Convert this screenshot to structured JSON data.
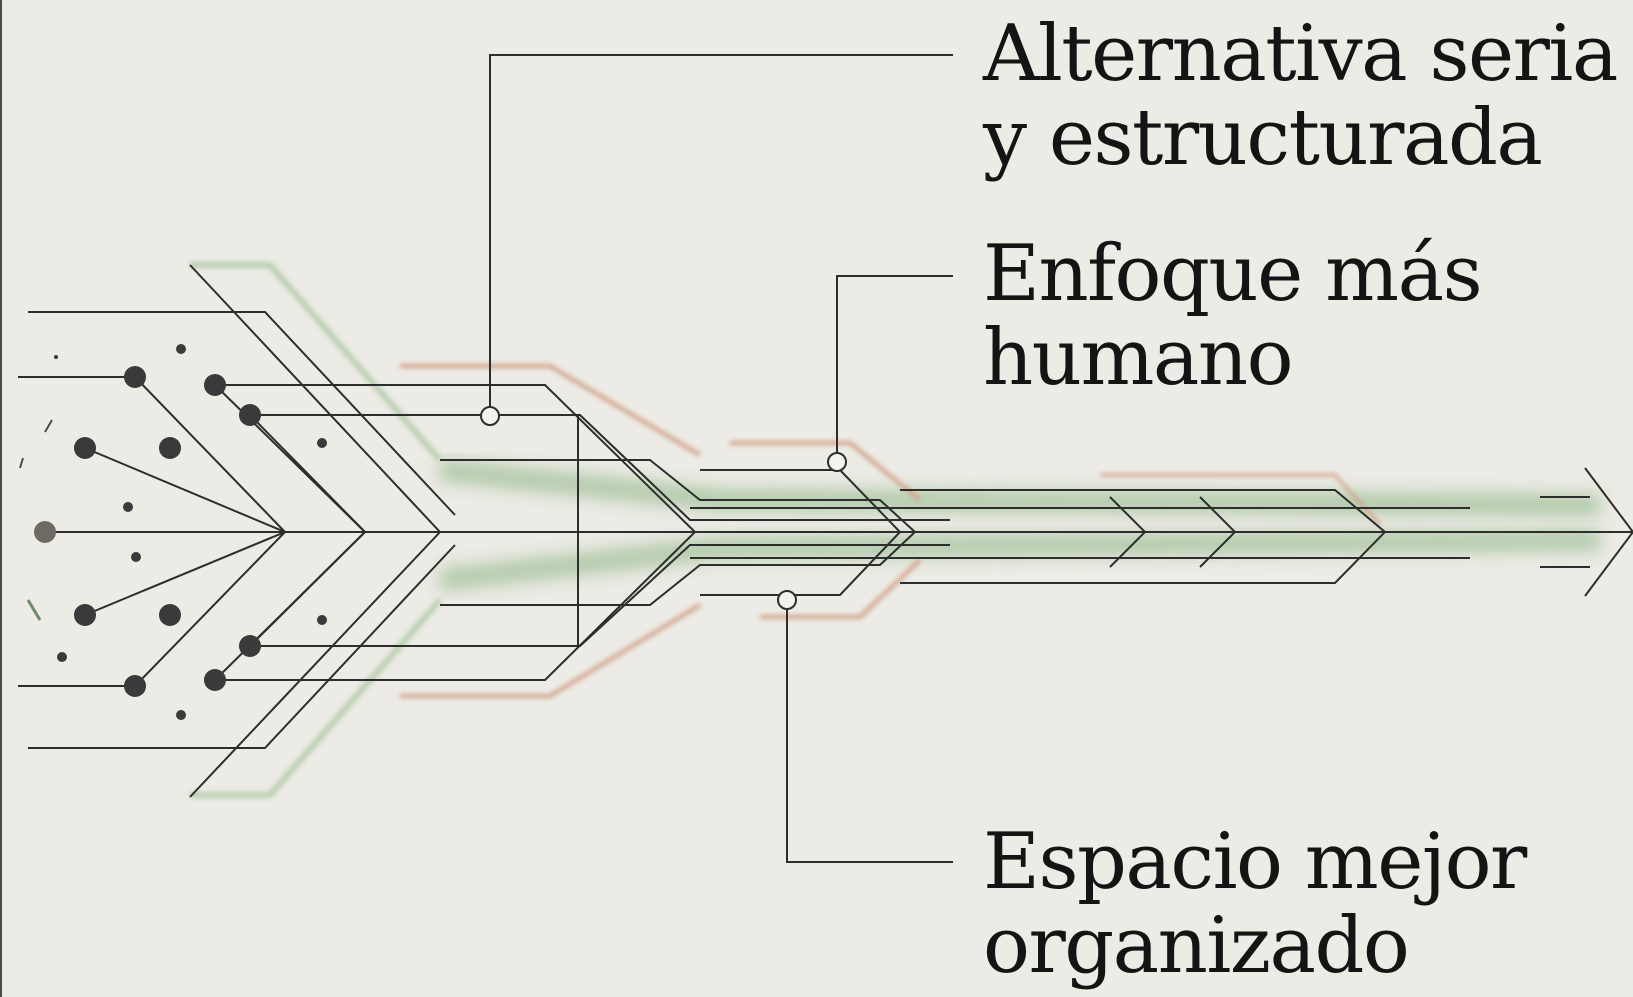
{
  "callouts": [
    {
      "lines": [
        "Alternativa seria",
        "y estructurada"
      ]
    },
    {
      "lines": [
        "Enfoque más",
        "humano"
      ]
    },
    {
      "lines": [
        "Espacio mejor",
        "organizado"
      ]
    }
  ],
  "colors": {
    "background": "#ecebe5",
    "line": "#2d2d2d",
    "dots": "#3a3a3a",
    "glow_green": "#9fbf96",
    "glow_copper": "#c98a6a",
    "text": "#141414"
  },
  "icons": [
    "node-dots",
    "circuit-lines",
    "arrow-head"
  ]
}
